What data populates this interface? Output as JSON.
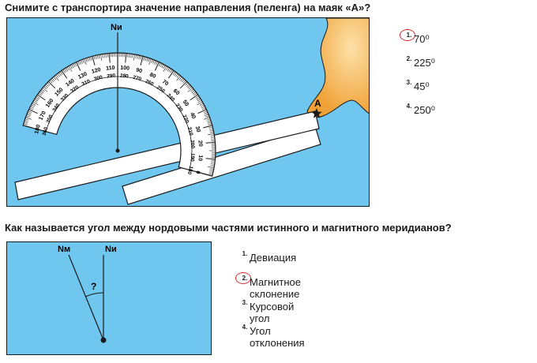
{
  "question1": {
    "title": "Снимите с транспортира значение направления (пеленга) на маяк «А»?",
    "north_label": "Nи",
    "lighthouse_label": "А",
    "protractor_outer_labels": [
      "0",
      "10",
      "20",
      "30",
      "40",
      "50",
      "60",
      "70",
      "80",
      "90",
      "100",
      "110",
      "120",
      "130",
      "140",
      "150",
      "160",
      "170",
      "180"
    ],
    "protractor_inner_labels": [
      "180",
      "190",
      "200",
      "210",
      "220",
      "230",
      "240",
      "250",
      "260",
      "270",
      "280",
      "290",
      "300",
      "310",
      "320",
      "330",
      "340",
      "350",
      "360"
    ],
    "options": [
      {
        "num": "1.",
        "text": "70⁰",
        "selected": true
      },
      {
        "num": "2.",
        "text": "225⁰",
        "selected": false
      },
      {
        "num": "3.",
        "text": "45⁰",
        "selected": false
      },
      {
        "num": "4.",
        "text": "250⁰",
        "selected": false
      }
    ]
  },
  "question2": {
    "title": "Как называется угол между нордовыми частями истинного и магнитного меридианов?",
    "magnetic_label": "Nм",
    "true_label": "Nи",
    "angle_label": "?",
    "options": [
      {
        "num": "1.",
        "text": "Девиация",
        "selected": false
      },
      {
        "num": "2.",
        "text": "Магнитное склонение",
        "selected": true
      },
      {
        "num": "3.",
        "text": "Курсовой угол",
        "selected": false
      },
      {
        "num": "4.",
        "text": "Угол отклонения",
        "selected": false
      }
    ]
  },
  "colors": {
    "water": "#6fc6ef",
    "land": "#f4b65a",
    "selection": "#d62828"
  }
}
